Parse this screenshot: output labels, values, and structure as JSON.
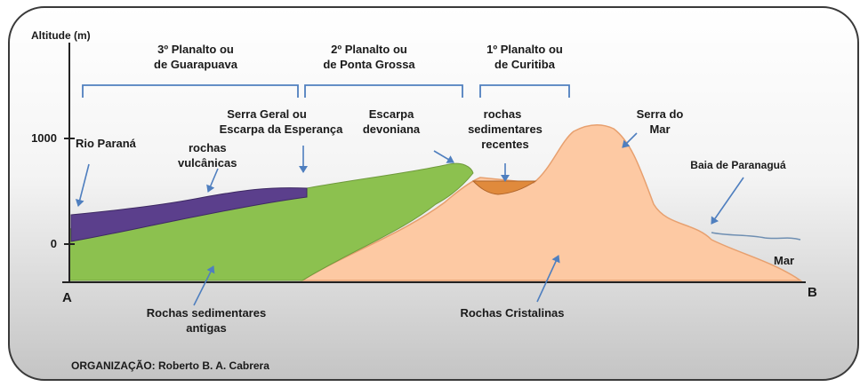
{
  "axis": {
    "y_title": "Altitude (m)",
    "tick_1000": "1000",
    "tick_0": "0",
    "point_a": "A",
    "point_b": "B"
  },
  "plateaus": {
    "third": {
      "line1": "3º Planalto ou",
      "line2": "de Guarapuava"
    },
    "second": {
      "line1": "2º Planalto ou",
      "line2": "de Ponta Grossa"
    },
    "first": {
      "line1": "1º Planalto ou",
      "line2": "de Curitiba"
    }
  },
  "labels": {
    "rio_parana": "Rio Paraná",
    "rochas_vulcanicas": {
      "line1": "rochas",
      "line2": "vulcânicas"
    },
    "serra_geral": {
      "line1": "Serra Geral ou",
      "line2": "Escarpa da Esperança"
    },
    "escarpa_devoniana": {
      "line1": "Escarpa",
      "line2": "devoniana"
    },
    "rochas_sed_recentes": {
      "line1": "rochas",
      "line2": "sedimentares",
      "line3": "recentes"
    },
    "serra_do_mar": {
      "line1": "Serra do",
      "line2": "Mar"
    },
    "baia_paranagua": "Baia de Paranaguá",
    "mar": "Mar",
    "rochas_sed_antigas": {
      "line1": "Rochas sedimentares",
      "line2": "antigas"
    },
    "rochas_cristalinas": "Rochas Cristalinas"
  },
  "credit": "ORGANIZAÇÃO: Roberto B. A. Cabrera",
  "colors": {
    "background_top": "#ffffff",
    "background_bottom": "#c9c9c9",
    "volcanic": "#5b3f8c",
    "sedimentary_old": "#8cc14f",
    "crystalline": "#fdc9a3",
    "crystalline_edge": "#e7a06f",
    "sediment_recent": "#e08a3c",
    "bracket": "#4f7fbf",
    "arrow": "#4f7fbf"
  }
}
